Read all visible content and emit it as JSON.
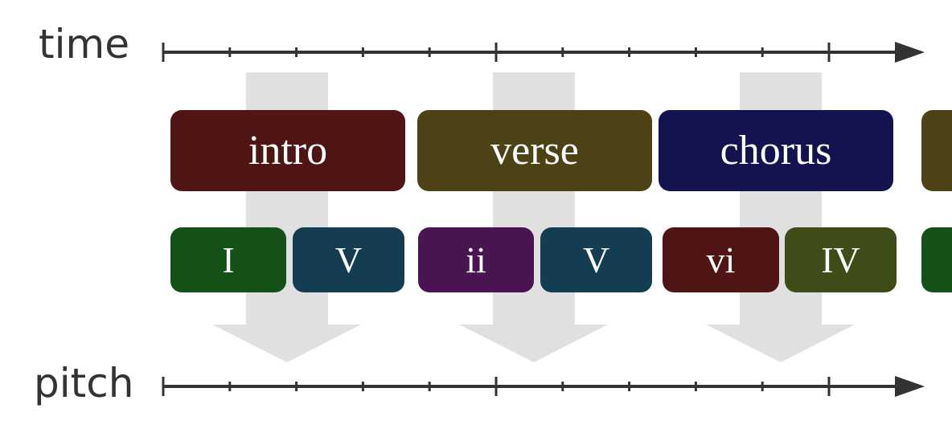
{
  "axes": {
    "time": "time",
    "pitch": "pitch"
  },
  "colors": {
    "axis": "#333333",
    "arrow": "#e0e0e0",
    "intro": "#4f1414",
    "verse": "#4d4116",
    "chorus": "#13134f",
    "I": "#135116",
    "V": "#143d51",
    "ii": "#4a1351",
    "vi": "#4f1414",
    "IV": "#3e4d17"
  },
  "sections": [
    {
      "label": "intro",
      "color": "#4f1414"
    },
    {
      "label": "verse",
      "color": "#4d4116"
    },
    {
      "label": "chorus",
      "color": "#13134f"
    },
    {
      "label": "",
      "color": "#4d4116"
    }
  ],
  "chords": [
    {
      "label": "I",
      "color": "#135116"
    },
    {
      "label": "V",
      "color": "#143d51"
    },
    {
      "label": "ii",
      "color": "#4a1351"
    },
    {
      "label": "V",
      "color": "#143d51"
    },
    {
      "label": "vi",
      "color": "#4f1414"
    },
    {
      "label": "IV",
      "color": "#3e4d17"
    },
    {
      "label": "",
      "color": "#135116"
    }
  ]
}
